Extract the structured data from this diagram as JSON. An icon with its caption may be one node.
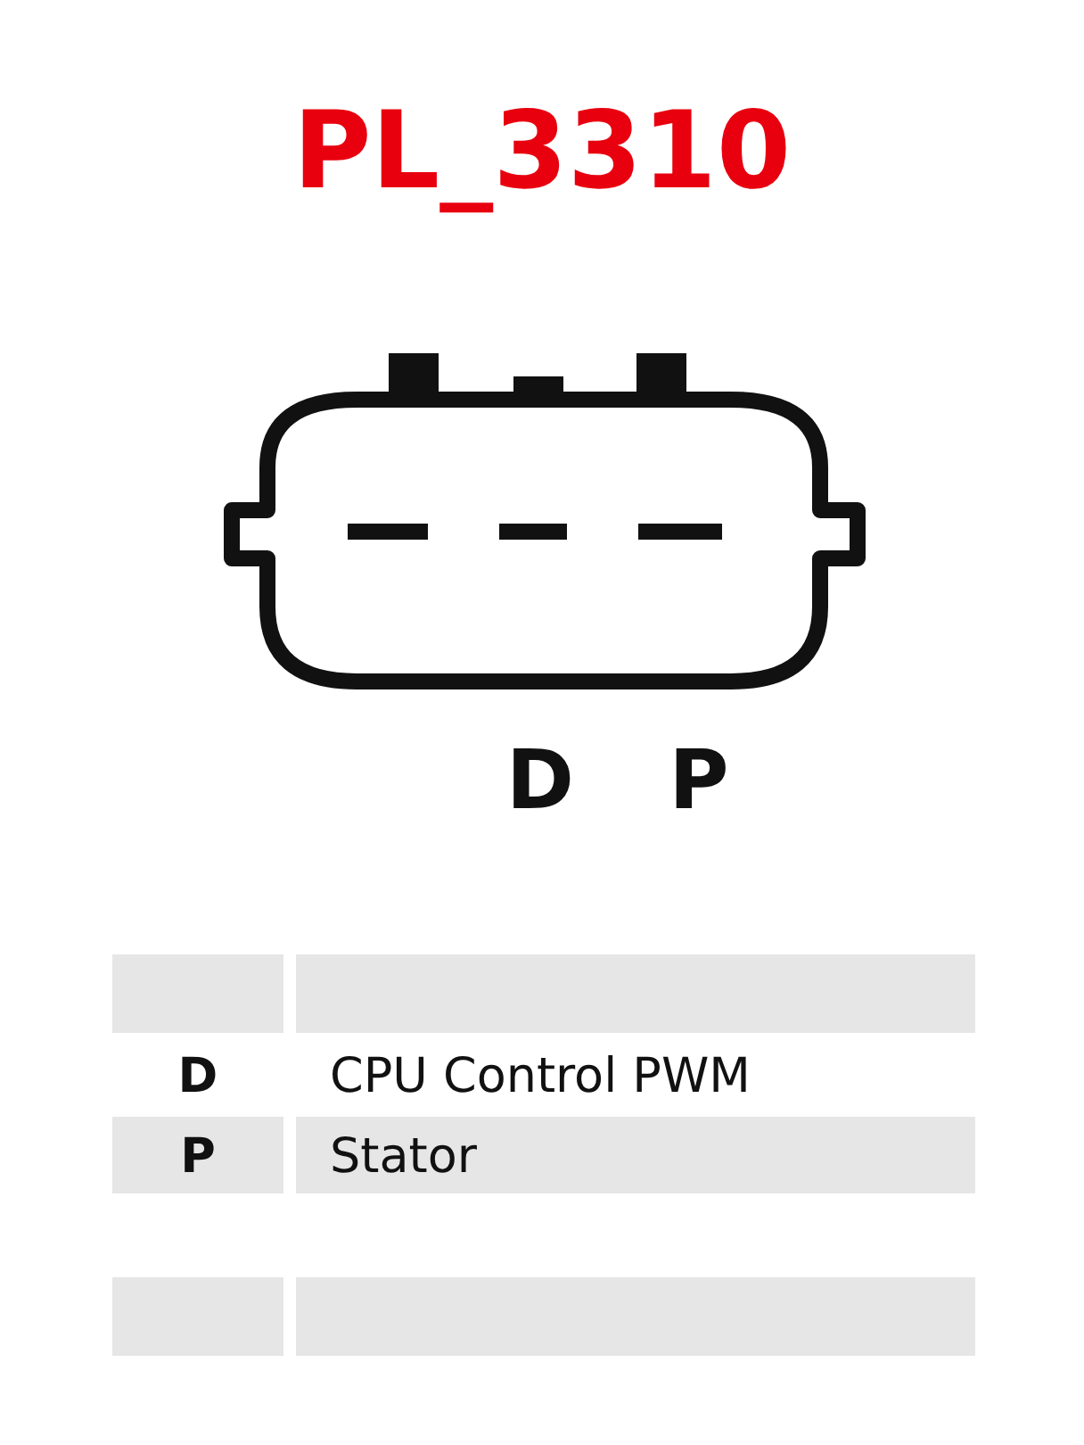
{
  "diagram": {
    "title": "PL_3310",
    "labels": [
      "D",
      "P",
      "D",
      "CPU Control PWM",
      "P",
      "Stator"
    ]
  }
}
